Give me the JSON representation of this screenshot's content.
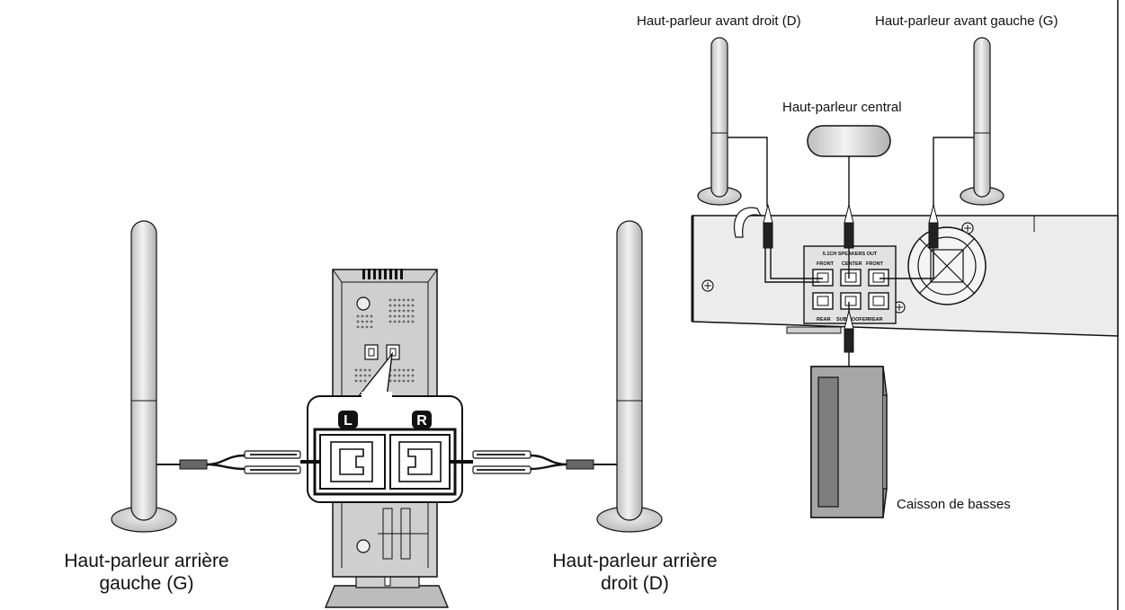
{
  "labels": {
    "front_right": "Haut-parleur avant droit (D)",
    "front_left": "Haut-parleur avant gauche (G)",
    "center": "Haut-parleur central",
    "subwoofer": "Caisson de basses",
    "rear_left_line1": "Haut-parleur arrière",
    "rear_left_line2": "gauche (G)",
    "rear_right_line1": "Haut-parleur arrière",
    "rear_right_line2": "droit (D)"
  },
  "terminal_badges": {
    "left": "L",
    "right": "R"
  },
  "panel": {
    "title": "5.1CH SPEAKERS OUT",
    "front_r": "FRONT",
    "center": "CENTER",
    "front_l": "FRONT",
    "rear_r": "REAR",
    "subwoofer": "SUBWOOFER",
    "rear_l": "REAR"
  },
  "colors": {
    "line": "#111111",
    "speaker_fill": "#d6d6d6",
    "panel_fill": "#e2e2e2",
    "dark_fill": "#9a9a9a"
  }
}
